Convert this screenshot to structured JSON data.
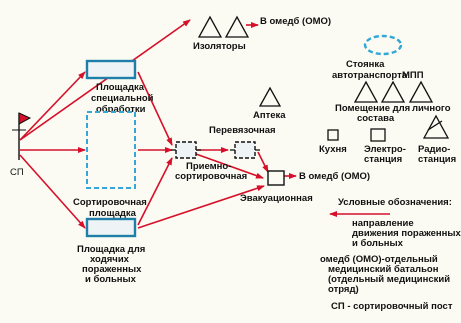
{
  "labels": {
    "sp": "СП",
    "isolators": "Изоляторы",
    "to_omedb_top": "В омедб (ОМО)",
    "vehicle_parking_1": "Стоянка",
    "vehicle_parking_2": "автотранспорта",
    "mpp": "МПП",
    "special_treatment_1": "Площадка",
    "special_treatment_2": "специальной",
    "special_treatment_3": "обработки",
    "pharmacy": "Аптека",
    "staff_room_1": "Помещение для",
    "staff_room_2": "личного",
    "staff_room_3": "состава",
    "dressing": "Перевязочная",
    "reception_1": "Приемно-",
    "reception_2": "сортировочная",
    "kitchen": "Кухня",
    "power_1": "Электро-",
    "power_2": "станция",
    "radio_1": "Радио-",
    "radio_2": "станция",
    "sorting_area_1": "Сортировочная",
    "sorting_area_2": "площадка",
    "to_omedb_evac": "В омедб (ОМО)",
    "evacuation": "Эвакуационная",
    "walking_area_1": "Площадка для",
    "walking_area_2": "ходячих",
    "walking_area_3": "пораженных",
    "walking_area_4": "и больных"
  },
  "legend": {
    "title": "Условные обозначения:",
    "arrow_desc_1": "направление",
    "arrow_desc_2": "движения пораженных",
    "arrow_desc_3": "и больных",
    "omedb_def_1": "омедб (ОМО)-отдельный",
    "omedb_def_2": "медицинский батальон",
    "omedb_def_3": "(отдельный медицинский",
    "omedb_def_4": "отряд)",
    "sp_def": "СП - сортировочный пост"
  },
  "colors": {
    "arrow": "#d6102a",
    "box_border": "#1f7fa8",
    "dashed_border": "#33a7d6",
    "flag": "#d6102a",
    "background": "#fbfbf3"
  }
}
